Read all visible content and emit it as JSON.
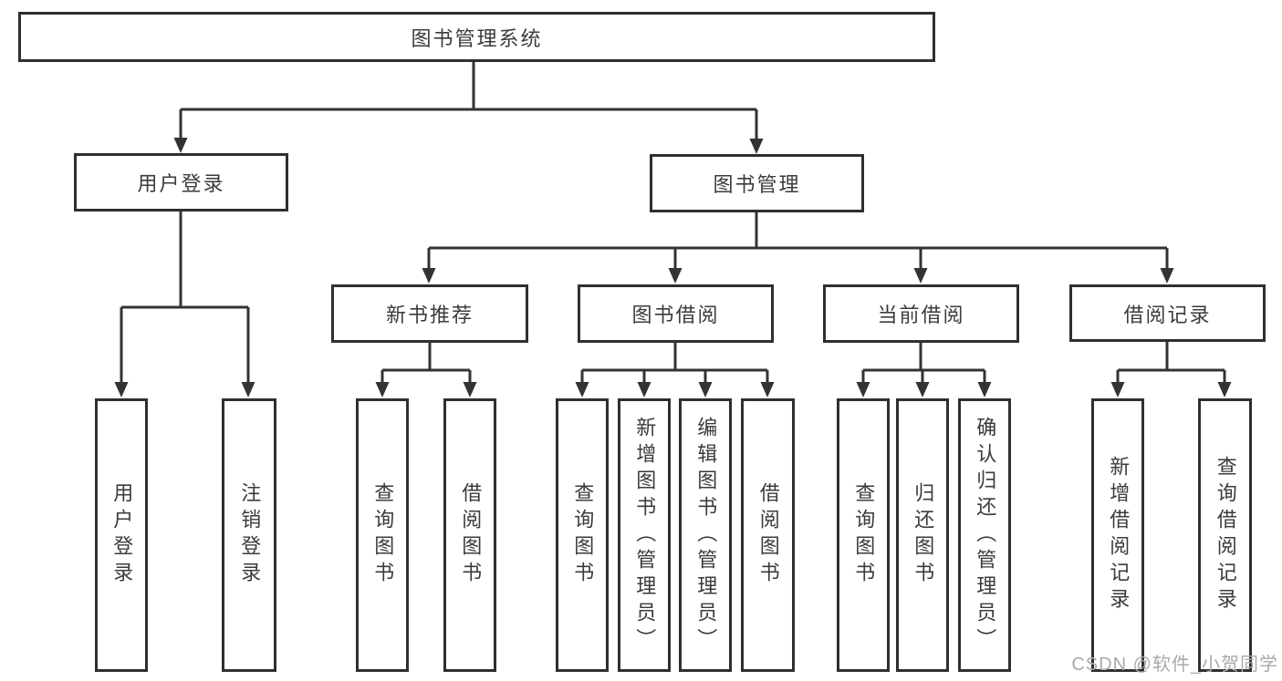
{
  "tree": {
    "root": {
      "label": "图书管理系统",
      "children": [
        {
          "label": "用户登录",
          "children": [
            {
              "label": "用户登录"
            },
            {
              "label": "注销登录"
            }
          ]
        },
        {
          "label": "图书管理",
          "children": [
            {
              "label": "新书推荐",
              "children": [
                {
                  "label": "查询图书"
                },
                {
                  "label": "借阅图书"
                }
              ]
            },
            {
              "label": "图书借阅",
              "children": [
                {
                  "label": "查询图书"
                },
                {
                  "label": "新增图书（管理员）"
                },
                {
                  "label": "编辑图书（管理员）"
                },
                {
                  "label": "借阅图书"
                }
              ]
            },
            {
              "label": "当前借阅",
              "children": [
                {
                  "label": "查询图书"
                },
                {
                  "label": "归还图书"
                },
                {
                  "label": "确认归还（管理员）"
                }
              ]
            },
            {
              "label": "借阅记录",
              "children": [
                {
                  "label": "新增借阅记录"
                },
                {
                  "label": "查询借阅记录"
                }
              ]
            }
          ]
        }
      ]
    }
  },
  "watermark": {
    "text": "CSDN @软件_小贺同学"
  },
  "colors": {
    "line": "#333333",
    "box_border": "#2f2f2f",
    "text": "#3b3b3b",
    "watermark": "#aaa8ac",
    "background": "#ffffff"
  }
}
